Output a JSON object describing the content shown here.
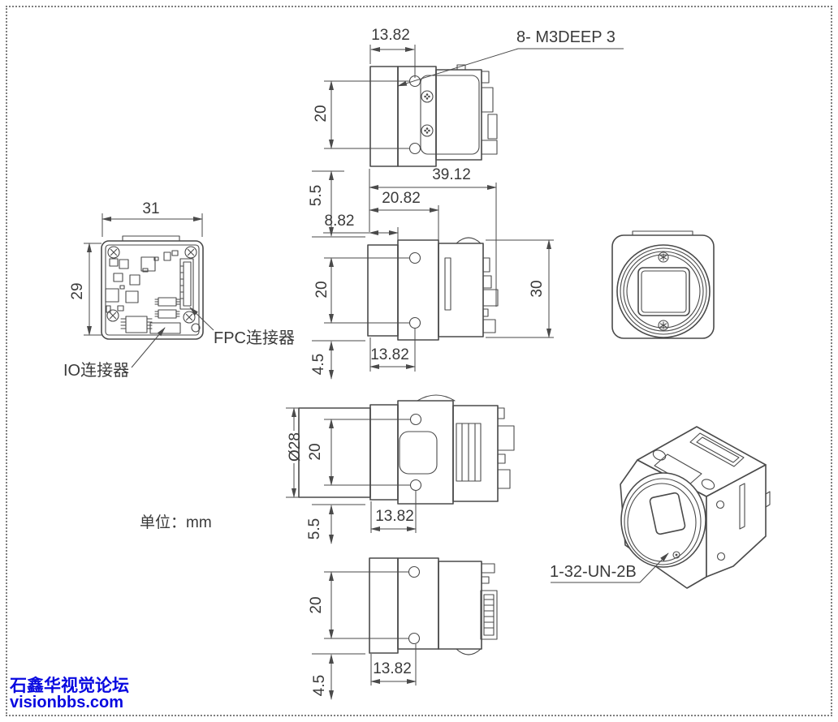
{
  "drawing": {
    "unit_note": "单位：mm",
    "notes": {
      "mount_holes": "8- M3DEEP 3",
      "lens_thread": "1-32-UN-2B",
      "fpc_connector": "FPC连接器",
      "io_connector": "IO连接器"
    },
    "dims": {
      "top_hole_offset": "13.82",
      "top_hole_pitch": "20",
      "overall_depth": "39.12",
      "top_gap": "5.5",
      "body_depth": "20.82",
      "flange_depth": "8.82",
      "pcb_width": "31",
      "pcb_height": "29",
      "side_hole_pitch": "20",
      "side_height": "30",
      "side_hole_offset": "13.82",
      "side_bottom_offset": "4.5",
      "lens_diameter": "Ø28",
      "bottom_hole_pitch": "20",
      "bottom_hole_offset": "13.82",
      "bottom_gap": "5.5",
      "rear_hole_pitch": "20",
      "rear_hole_offset": "13.82",
      "rear_bottom_offset": "4.5"
    }
  },
  "watermark": {
    "line1": "石鑫华视觉论坛",
    "line2": "visionbbs.com",
    "color": "#0808e0"
  },
  "colors": {
    "line": "#4a4a4a",
    "text": "#3a3a3a"
  }
}
